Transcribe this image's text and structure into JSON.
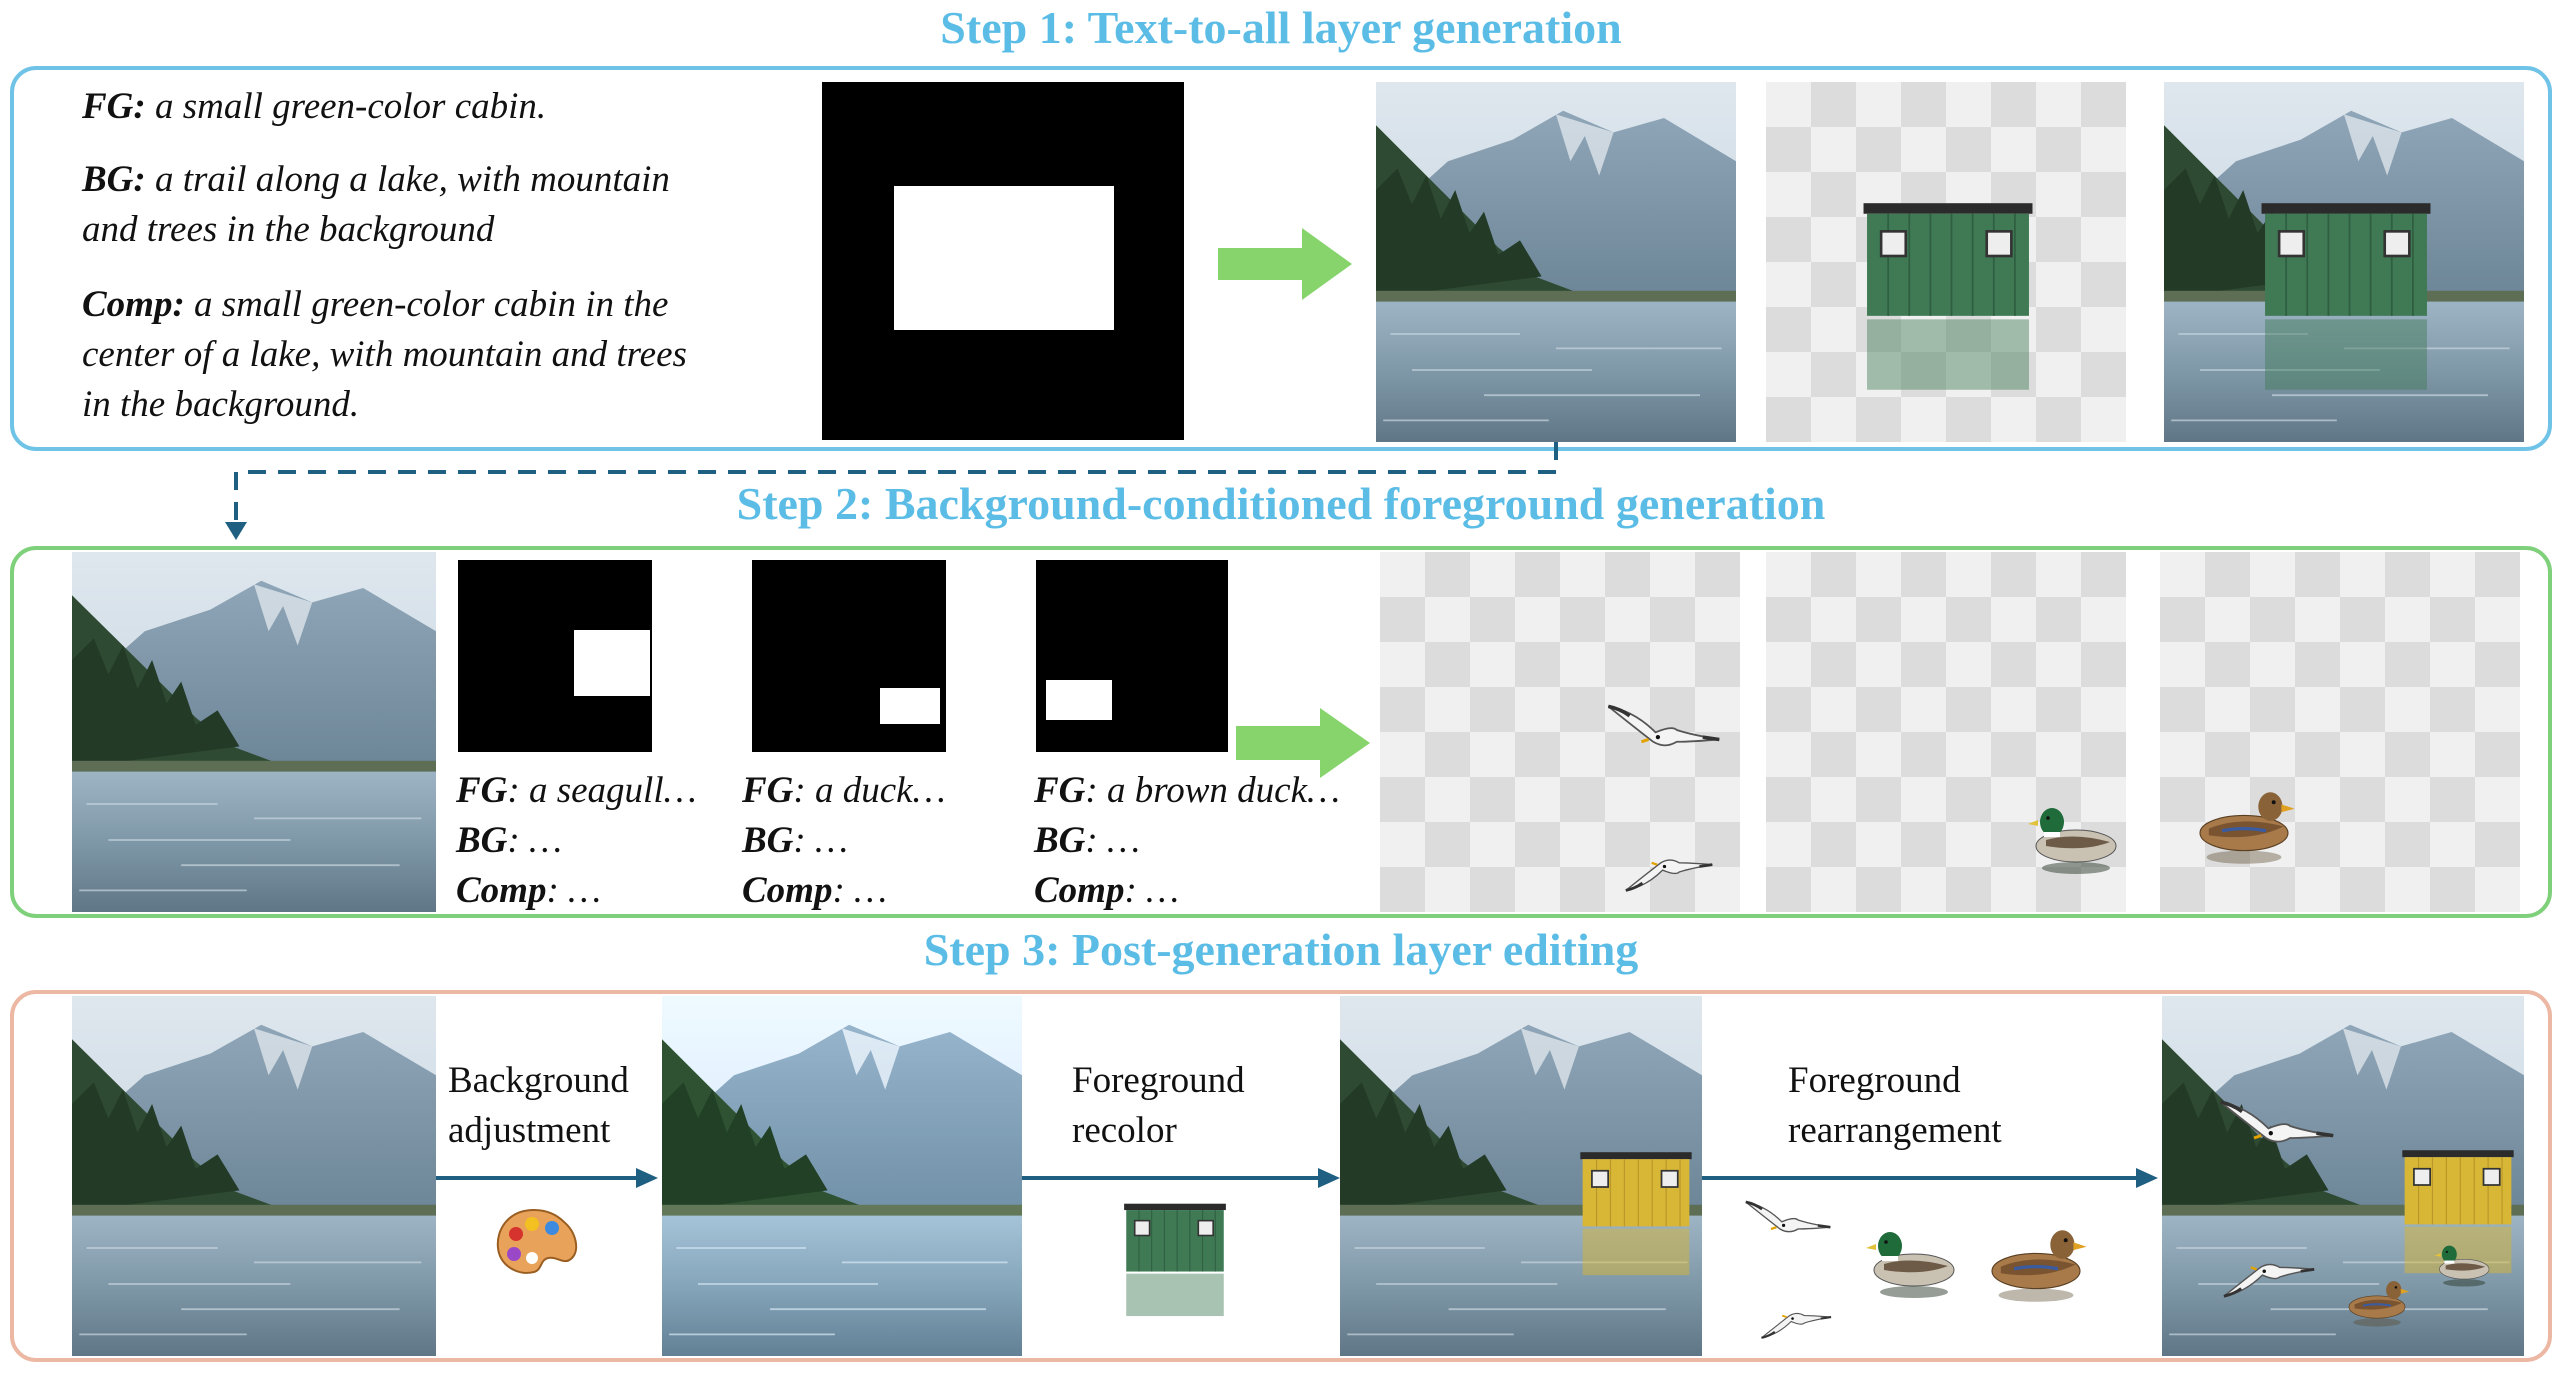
{
  "steps": {
    "step1": {
      "title": "Step 1: Text-to-all layer generation",
      "fg_key": "FG:",
      "fg_text": " a small green-color cabin.",
      "bg_key": "BG:",
      "bg_text_1": " a trail along a lake, with mountain",
      "bg_text_2": "and trees in the background",
      "comp_key": "Comp:",
      "comp_text_1": " a small green-color cabin in the",
      "comp_text_2": "center of a lake, with mountain and trees",
      "comp_text_3": "in the background."
    },
    "step2": {
      "title": "Step 2: Background-conditioned foreground generation",
      "prompts": [
        {
          "fg_key": "FG",
          "fg_text": ": a seagull…",
          "bg_key": "BG",
          "bg_text": ": …",
          "comp_key": "Comp",
          "comp_text": ": …"
        },
        {
          "fg_key": "FG",
          "fg_text": ": a duck…",
          "bg_key": "BG",
          "bg_text": ": …",
          "comp_key": "Comp",
          "comp_text": ": …"
        },
        {
          "fg_key": "FG",
          "fg_text": ": a brown duck…",
          "bg_key": "BG",
          "bg_text": ": …",
          "comp_key": "Comp",
          "comp_text": ": …"
        }
      ]
    },
    "step3": {
      "title": "Step 3: Post-generation layer editing",
      "edits": [
        {
          "line1": "Background",
          "line2": "adjustment",
          "icon": "palette-icon"
        },
        {
          "line1": "Foreground",
          "line2": "recolor",
          "icon": "cabin-icon"
        },
        {
          "line1": "Foreground",
          "line2": "rearrangement",
          "icon": "birds-icon"
        }
      ]
    }
  },
  "colors": {
    "step_title": "#5bbde6",
    "step1_border": "#6fc3e6",
    "step2_border": "#7fd07a",
    "step3_border": "#ecb7a3",
    "green_arrow": "#86d46b",
    "blue_arrow": "#1f5f82",
    "cabin_green": "#3f7a55",
    "cabin_yellow": "#d8b636"
  }
}
